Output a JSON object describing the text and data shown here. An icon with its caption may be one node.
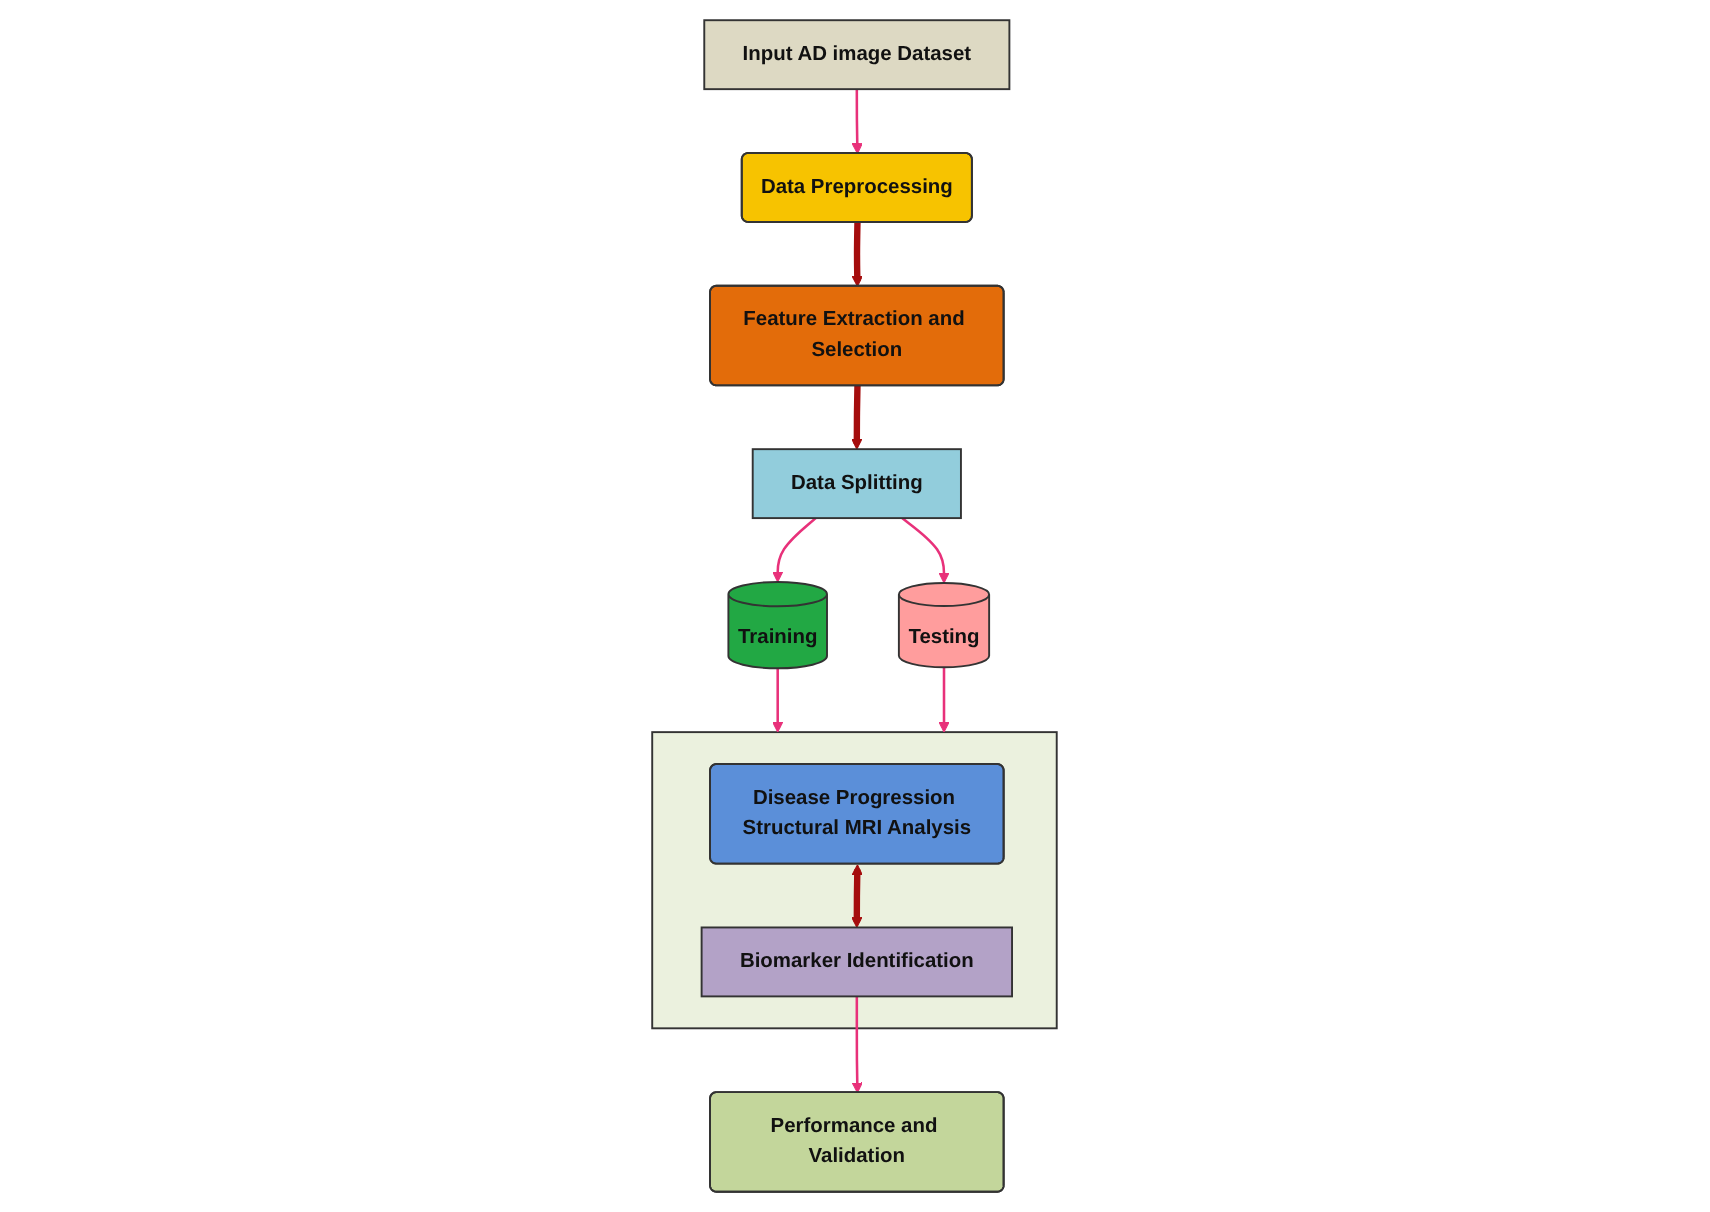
{
  "diagram": {
    "nodes": [
      {
        "text": [
          "Data Preprocessing"
        ]
      },
      {
        "text": [
          "Feature Extraction and Selection"
        ]
      },
      {
        "text": [
          "Input AD image Dataset"
        ]
      },
      {
        "text": [
          "Data Splitting"
        ]
      },
      {
        "text": [
          "Training"
        ]
      },
      {
        "text": [
          "Testing"
        ]
      },
      {
        "text": [],
        "shape": "box"
      },
      {
        "text": [
          "Disease Progression Structural MRI Analysis"
        ],
        "in": 6
      },
      {
        "text": [
          "Biomarker Identification"
        ],
        "in": 6
      },
      {
        "text": [
          "Performance and Validation"
        ]
      }
    ],
    "edges": [
      {
        "from": 2,
        "to": 0,
        "arrow": "to"
      },
      {
        "from": 0,
        "to": 1,
        "arrow": "to",
        "style": "thick",
        "color": "#a50d0d"
      },
      {
        "from": 1,
        "to": 3,
        "arrow": "to",
        "style": "thick",
        "color": "#a50d0d"
      },
      {
        "from": 3,
        "to": 4,
        "arrow": "to"
      },
      {
        "from": 3,
        "to": 5,
        "arrow": "to"
      },
      {
        "from": 4,
        "to": 6,
        "arrow": "to"
      },
      {
        "from": 5,
        "to": 6,
        "arrow": "to"
      },
      {
        "from": 7,
        "to": 8,
        "arrow": "both",
        "style": "thick",
        "color": "#a50d0d"
      },
      {
        "from": 8,
        "to": 9,
        "arrow": "to"
      }
    ]
  }
}
